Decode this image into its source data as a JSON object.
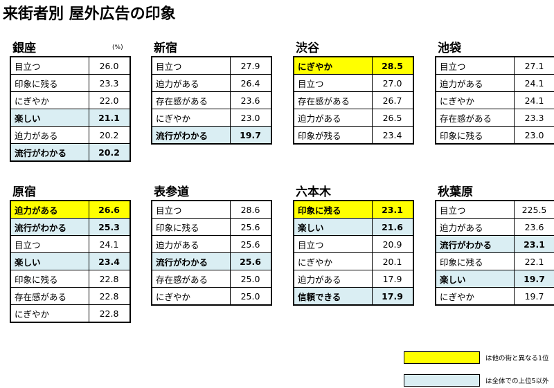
{
  "title": "来街者別 屋外広告の印象",
  "unit": "(%)",
  "colors": {
    "yellow": "#ffff00",
    "blue": "#daeef3"
  },
  "legend": [
    {
      "color": "yellow",
      "label": "は他の街と異なる1位"
    },
    {
      "color": "blue",
      "label": "は全体での上位5以外"
    }
  ],
  "chart_data": {
    "type": "table",
    "districts": [
      {
        "name": "銀座",
        "rows": [
          {
            "label": "目立つ",
            "value": "26.0",
            "hl": ""
          },
          {
            "label": "印象に残る",
            "value": "23.3",
            "hl": ""
          },
          {
            "label": "にぎやか",
            "value": "22.0",
            "hl": ""
          },
          {
            "label": "楽しい",
            "value": "21.1",
            "hl": "blue"
          },
          {
            "label": "迫力がある",
            "value": "20.2",
            "hl": ""
          },
          {
            "label": "流行がわかる",
            "value": "20.2",
            "hl": "blue"
          }
        ]
      },
      {
        "name": "新宿",
        "rows": [
          {
            "label": "目立つ",
            "value": "27.9",
            "hl": ""
          },
          {
            "label": "迫力がある",
            "value": "26.4",
            "hl": ""
          },
          {
            "label": "存在感がある",
            "value": "23.6",
            "hl": ""
          },
          {
            "label": "にぎやか",
            "value": "23.0",
            "hl": ""
          },
          {
            "label": "流行がわかる",
            "value": "19.7",
            "hl": "blue"
          }
        ]
      },
      {
        "name": "渋谷",
        "rows": [
          {
            "label": "にぎやか",
            "value": "28.5",
            "hl": "yellow"
          },
          {
            "label": "目立つ",
            "value": "27.0",
            "hl": ""
          },
          {
            "label": "存在感がある",
            "value": "26.7",
            "hl": ""
          },
          {
            "label": "迫力がある",
            "value": "26.5",
            "hl": ""
          },
          {
            "label": "印象が残る",
            "value": "23.4",
            "hl": ""
          }
        ]
      },
      {
        "name": "池袋",
        "rows": [
          {
            "label": "目立つ",
            "value": "27.1",
            "hl": ""
          },
          {
            "label": "迫力がある",
            "value": "24.1",
            "hl": ""
          },
          {
            "label": "にぎやか",
            "value": "24.1",
            "hl": ""
          },
          {
            "label": "存在感がある",
            "value": "23.3",
            "hl": ""
          },
          {
            "label": "印象に残る",
            "value": "23.0",
            "hl": ""
          }
        ]
      },
      {
        "name": "原宿",
        "rows": [
          {
            "label": "迫力がある",
            "value": "26.6",
            "hl": "yellow"
          },
          {
            "label": "流行がわかる",
            "value": "25.3",
            "hl": "blue"
          },
          {
            "label": "目立つ",
            "value": "24.1",
            "hl": ""
          },
          {
            "label": "楽しい",
            "value": "23.4",
            "hl": "blue"
          },
          {
            "label": "印象に残る",
            "value": "22.8",
            "hl": ""
          },
          {
            "label": "存在感がある",
            "value": "22.8",
            "hl": ""
          },
          {
            "label": "にぎやか",
            "value": "22.8",
            "hl": ""
          }
        ]
      },
      {
        "name": "表参道",
        "rows": [
          {
            "label": "目立つ",
            "value": "28.6",
            "hl": ""
          },
          {
            "label": "印象に残る",
            "value": "25.6",
            "hl": ""
          },
          {
            "label": "迫力がある",
            "value": "25.6",
            "hl": ""
          },
          {
            "label": "流行がわかる",
            "value": "25.6",
            "hl": "blue"
          },
          {
            "label": "存在感がある",
            "value": "25.0",
            "hl": ""
          },
          {
            "label": "にぎやか",
            "value": "25.0",
            "hl": ""
          }
        ]
      },
      {
        "name": "六本木",
        "rows": [
          {
            "label": "印象に残る",
            "value": "23.1",
            "hl": "yellow"
          },
          {
            "label": "楽しい",
            "value": "21.6",
            "hl": "blue"
          },
          {
            "label": "目立つ",
            "value": "20.9",
            "hl": ""
          },
          {
            "label": "にぎやか",
            "value": "20.1",
            "hl": ""
          },
          {
            "label": "迫力がある",
            "value": "17.9",
            "hl": ""
          },
          {
            "label": "信頼できる",
            "value": "17.9",
            "hl": "blue"
          }
        ]
      },
      {
        "name": "秋葉原",
        "rows": [
          {
            "label": "目立つ",
            "value": "225.5",
            "hl": ""
          },
          {
            "label": "迫力がある",
            "value": "23.6",
            "hl": ""
          },
          {
            "label": "流行がわかる",
            "value": "23.1",
            "hl": "blue"
          },
          {
            "label": "印象に残る",
            "value": "22.1",
            "hl": ""
          },
          {
            "label": "楽しい",
            "value": "19.7",
            "hl": "blue"
          },
          {
            "label": "にぎやか",
            "value": "19.7",
            "hl": ""
          }
        ]
      }
    ]
  }
}
